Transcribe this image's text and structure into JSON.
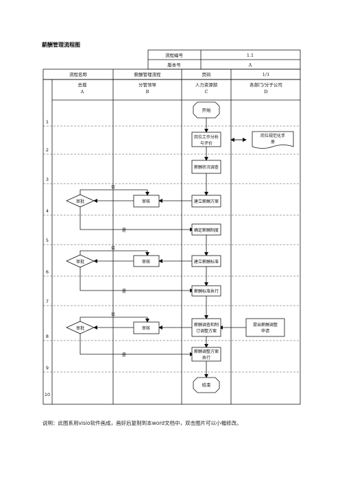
{
  "doc_title": "薪酬管理流程图",
  "meta": {
    "code_label": "流程编号",
    "code_value": "1.1",
    "version_label": "版本号",
    "version_value": "A"
  },
  "header": {
    "name_label": "流程名称",
    "name_value": "薪酬管理流程",
    "page_label": "页码",
    "page_value": "1/1"
  },
  "lanes": [
    {
      "title": "总裁",
      "code": "A"
    },
    {
      "title": "分管领导",
      "code": "B"
    },
    {
      "title": "人力资源部",
      "code": "C"
    },
    {
      "title": "各部门/分子公司",
      "code": "D"
    }
  ],
  "steps": [
    "1",
    "2",
    "3",
    "4",
    "5",
    "6",
    "7",
    "8",
    "9",
    "10"
  ],
  "nodes": {
    "start": "开始",
    "job_analysis": "岗位工作分析\n与评价",
    "job_doc": "岗位规范化手\n册",
    "survey": "薪酬状况调查",
    "build_plan": "建立薪酬方案",
    "review_1": "审核",
    "approve_1": "审批",
    "set_system": "确定薪酬制度",
    "build_standard": "建立薪酬标准",
    "review_2": "审核",
    "approve_2": "审批",
    "execute": "薪酬标准执行",
    "adjust_plan": "薪酬调查和制\n订调整方案",
    "apply_adjust": "提出薪酬调整\n申请",
    "review_3": "审核",
    "approve_3": "审批",
    "adjust_exec": "薪酬调整方案\n执行",
    "end": "结束"
  },
  "edge_labels": {
    "no": "否",
    "yes": "是"
  },
  "caption": "说明：此图系用visio软件画成，画好后复制到本word文档中，双击图片可以小幅修改。"
}
